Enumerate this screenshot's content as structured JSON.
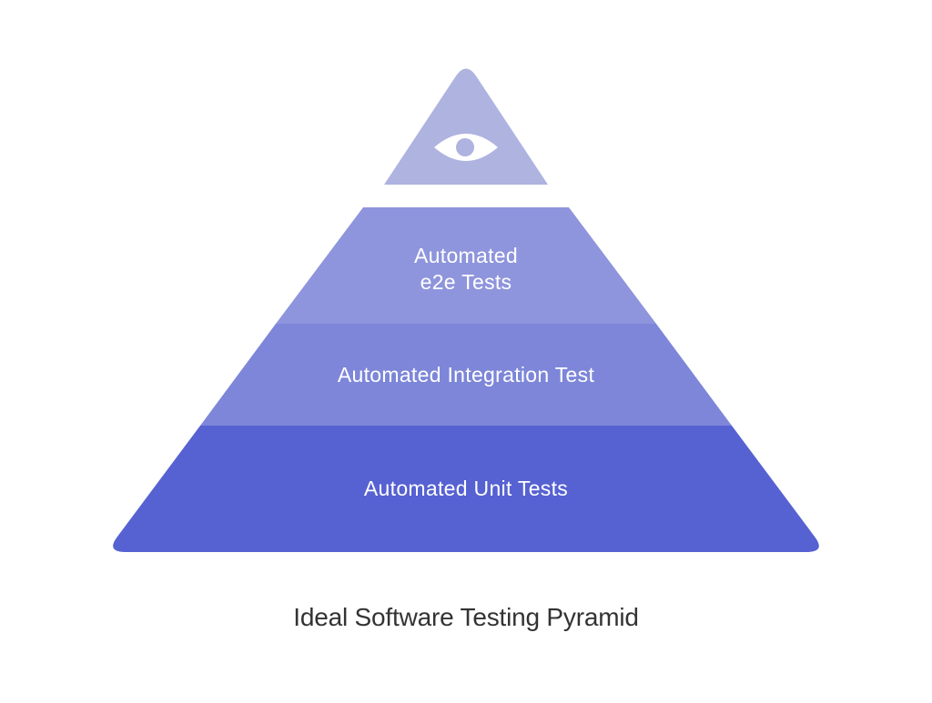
{
  "diagram": {
    "type": "pyramid",
    "title": "Ideal Software Testing Pyramid",
    "title_color": "#333333",
    "background_color": "#ffffff",
    "label_color": "#ffffff",
    "levels": [
      {
        "name": "ui-tests-top",
        "icon": "eye-icon",
        "label": "",
        "fill": "#aeb3e0"
      },
      {
        "name": "e2e-tests",
        "label": "Automated e2e Tests",
        "line1": "Automated",
        "line2": "e2e Tests",
        "fill": "#8e95dc"
      },
      {
        "name": "integration-tests",
        "label": "Automated Integration Test",
        "fill": "#7d86d8"
      },
      {
        "name": "unit-tests",
        "label": "Automated Unit Tests",
        "fill": "#5661d2"
      }
    ],
    "eye_icon": {
      "sclera": "#ffffff",
      "pupil": "#aeb3e0"
    }
  }
}
